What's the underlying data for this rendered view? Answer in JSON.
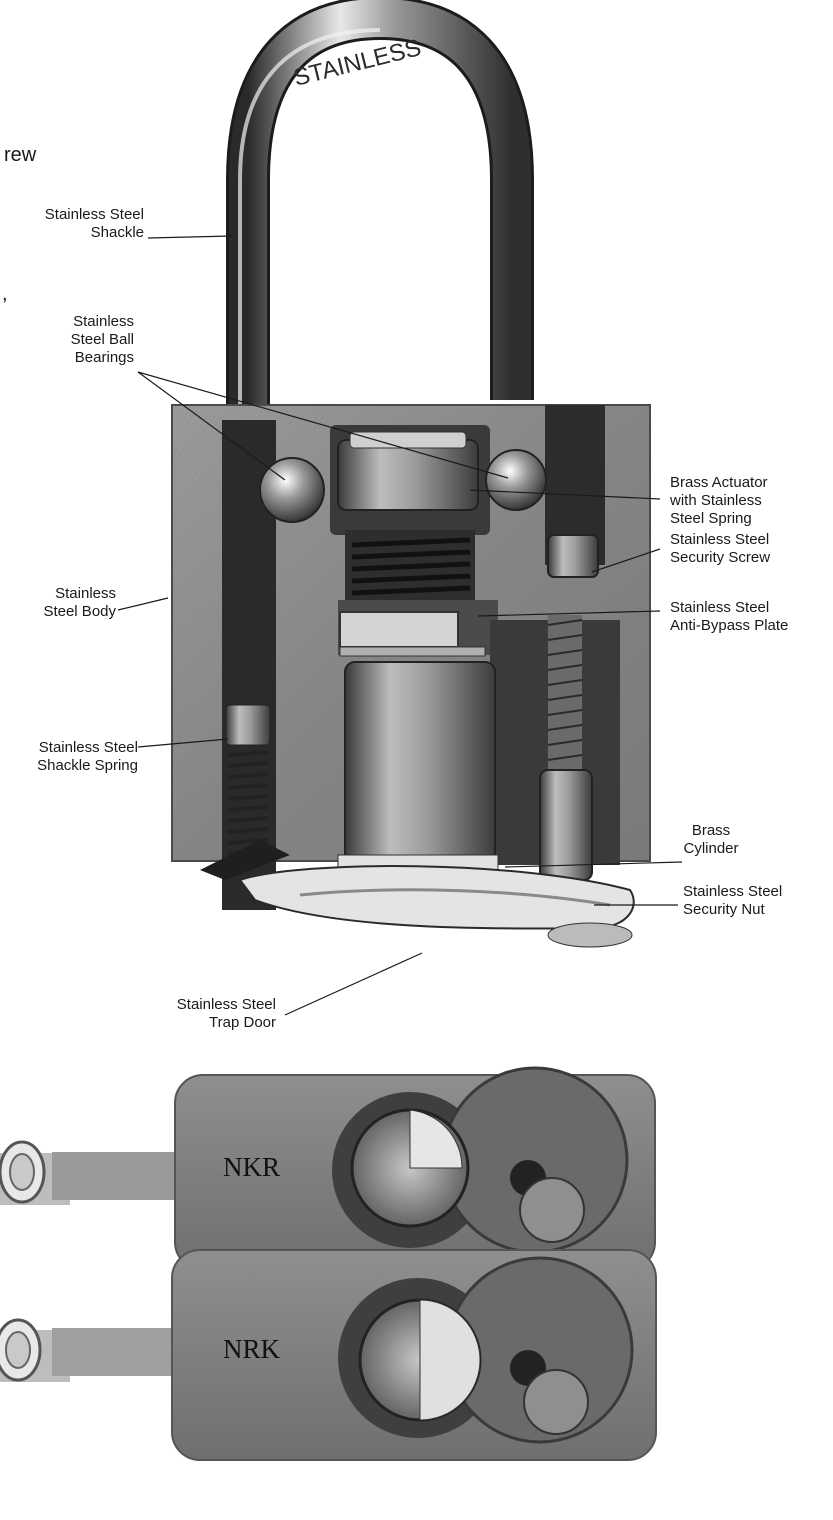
{
  "fragments": {
    "top": "rew",
    "comma": ","
  },
  "engraving": "STAINLESS",
  "labels": {
    "shackle": [
      "Stainless Steel",
      "Shackle"
    ],
    "ball_bearings": [
      "Stainless",
      "Steel Ball",
      "Bearings"
    ],
    "body": [
      "Stainless",
      "Steel Body"
    ],
    "shackle_spring": [
      "Stainless Steel",
      "Shackle Spring"
    ],
    "trap_door": [
      "Stainless Steel",
      "Trap Door"
    ],
    "actuator": [
      "Brass Actuator",
      "with Stainless",
      "Steel Spring"
    ],
    "security_screw": [
      "Stainless Steel",
      "Security Screw"
    ],
    "anti_bypass": [
      "Stainless Steel",
      "Anti-Bypass Plate"
    ],
    "cylinder": [
      "Brass",
      "Cylinder"
    ],
    "security_nut": [
      "Stainless Steel",
      "Security Nut"
    ]
  },
  "views": [
    {
      "code": "NKR"
    },
    {
      "code": "NRK"
    }
  ],
  "colors": {
    "steel_dark": "#4a4a4a",
    "steel_mid": "#8a8a8a",
    "steel_light": "#d8d8d8",
    "body_face": "#8c8c8c"
  }
}
